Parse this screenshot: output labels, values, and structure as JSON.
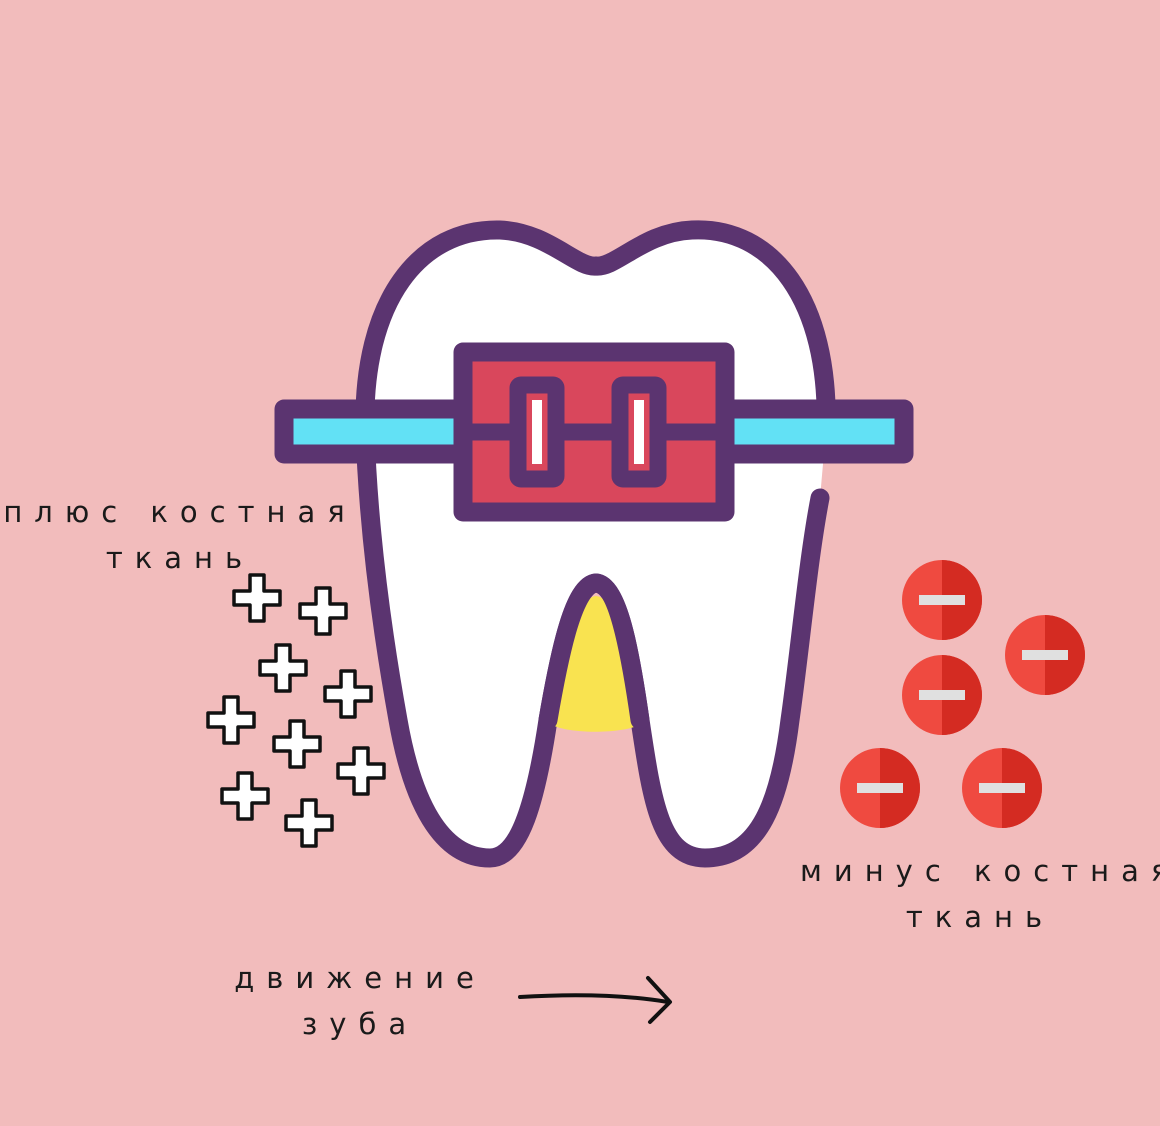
{
  "colors": {
    "background": "#f2bcbc",
    "outline": "#5b3470",
    "tooth": "#ffffff",
    "bracket": "#d9475c",
    "wire": "#62e1f5",
    "pulp": "#f9e350",
    "minus_light": "#ef4a40",
    "minus_dark": "#d42b22",
    "minus_bar": "#e0e0e0",
    "text": "#1a1a1a",
    "arrow": "#111111"
  },
  "labels": {
    "plus_line1": "плюс костная",
    "plus_line2": "ткань",
    "minus_line1": "минус костная",
    "minus_line2": "ткань",
    "motion_line1": "движение",
    "motion_line2": "зуба"
  },
  "icons": {
    "tooth": "tooth-with-braces-icon",
    "plus": "plus-icon",
    "minus": "minus-circle-icon",
    "arrow": "arrow-right-icon"
  }
}
